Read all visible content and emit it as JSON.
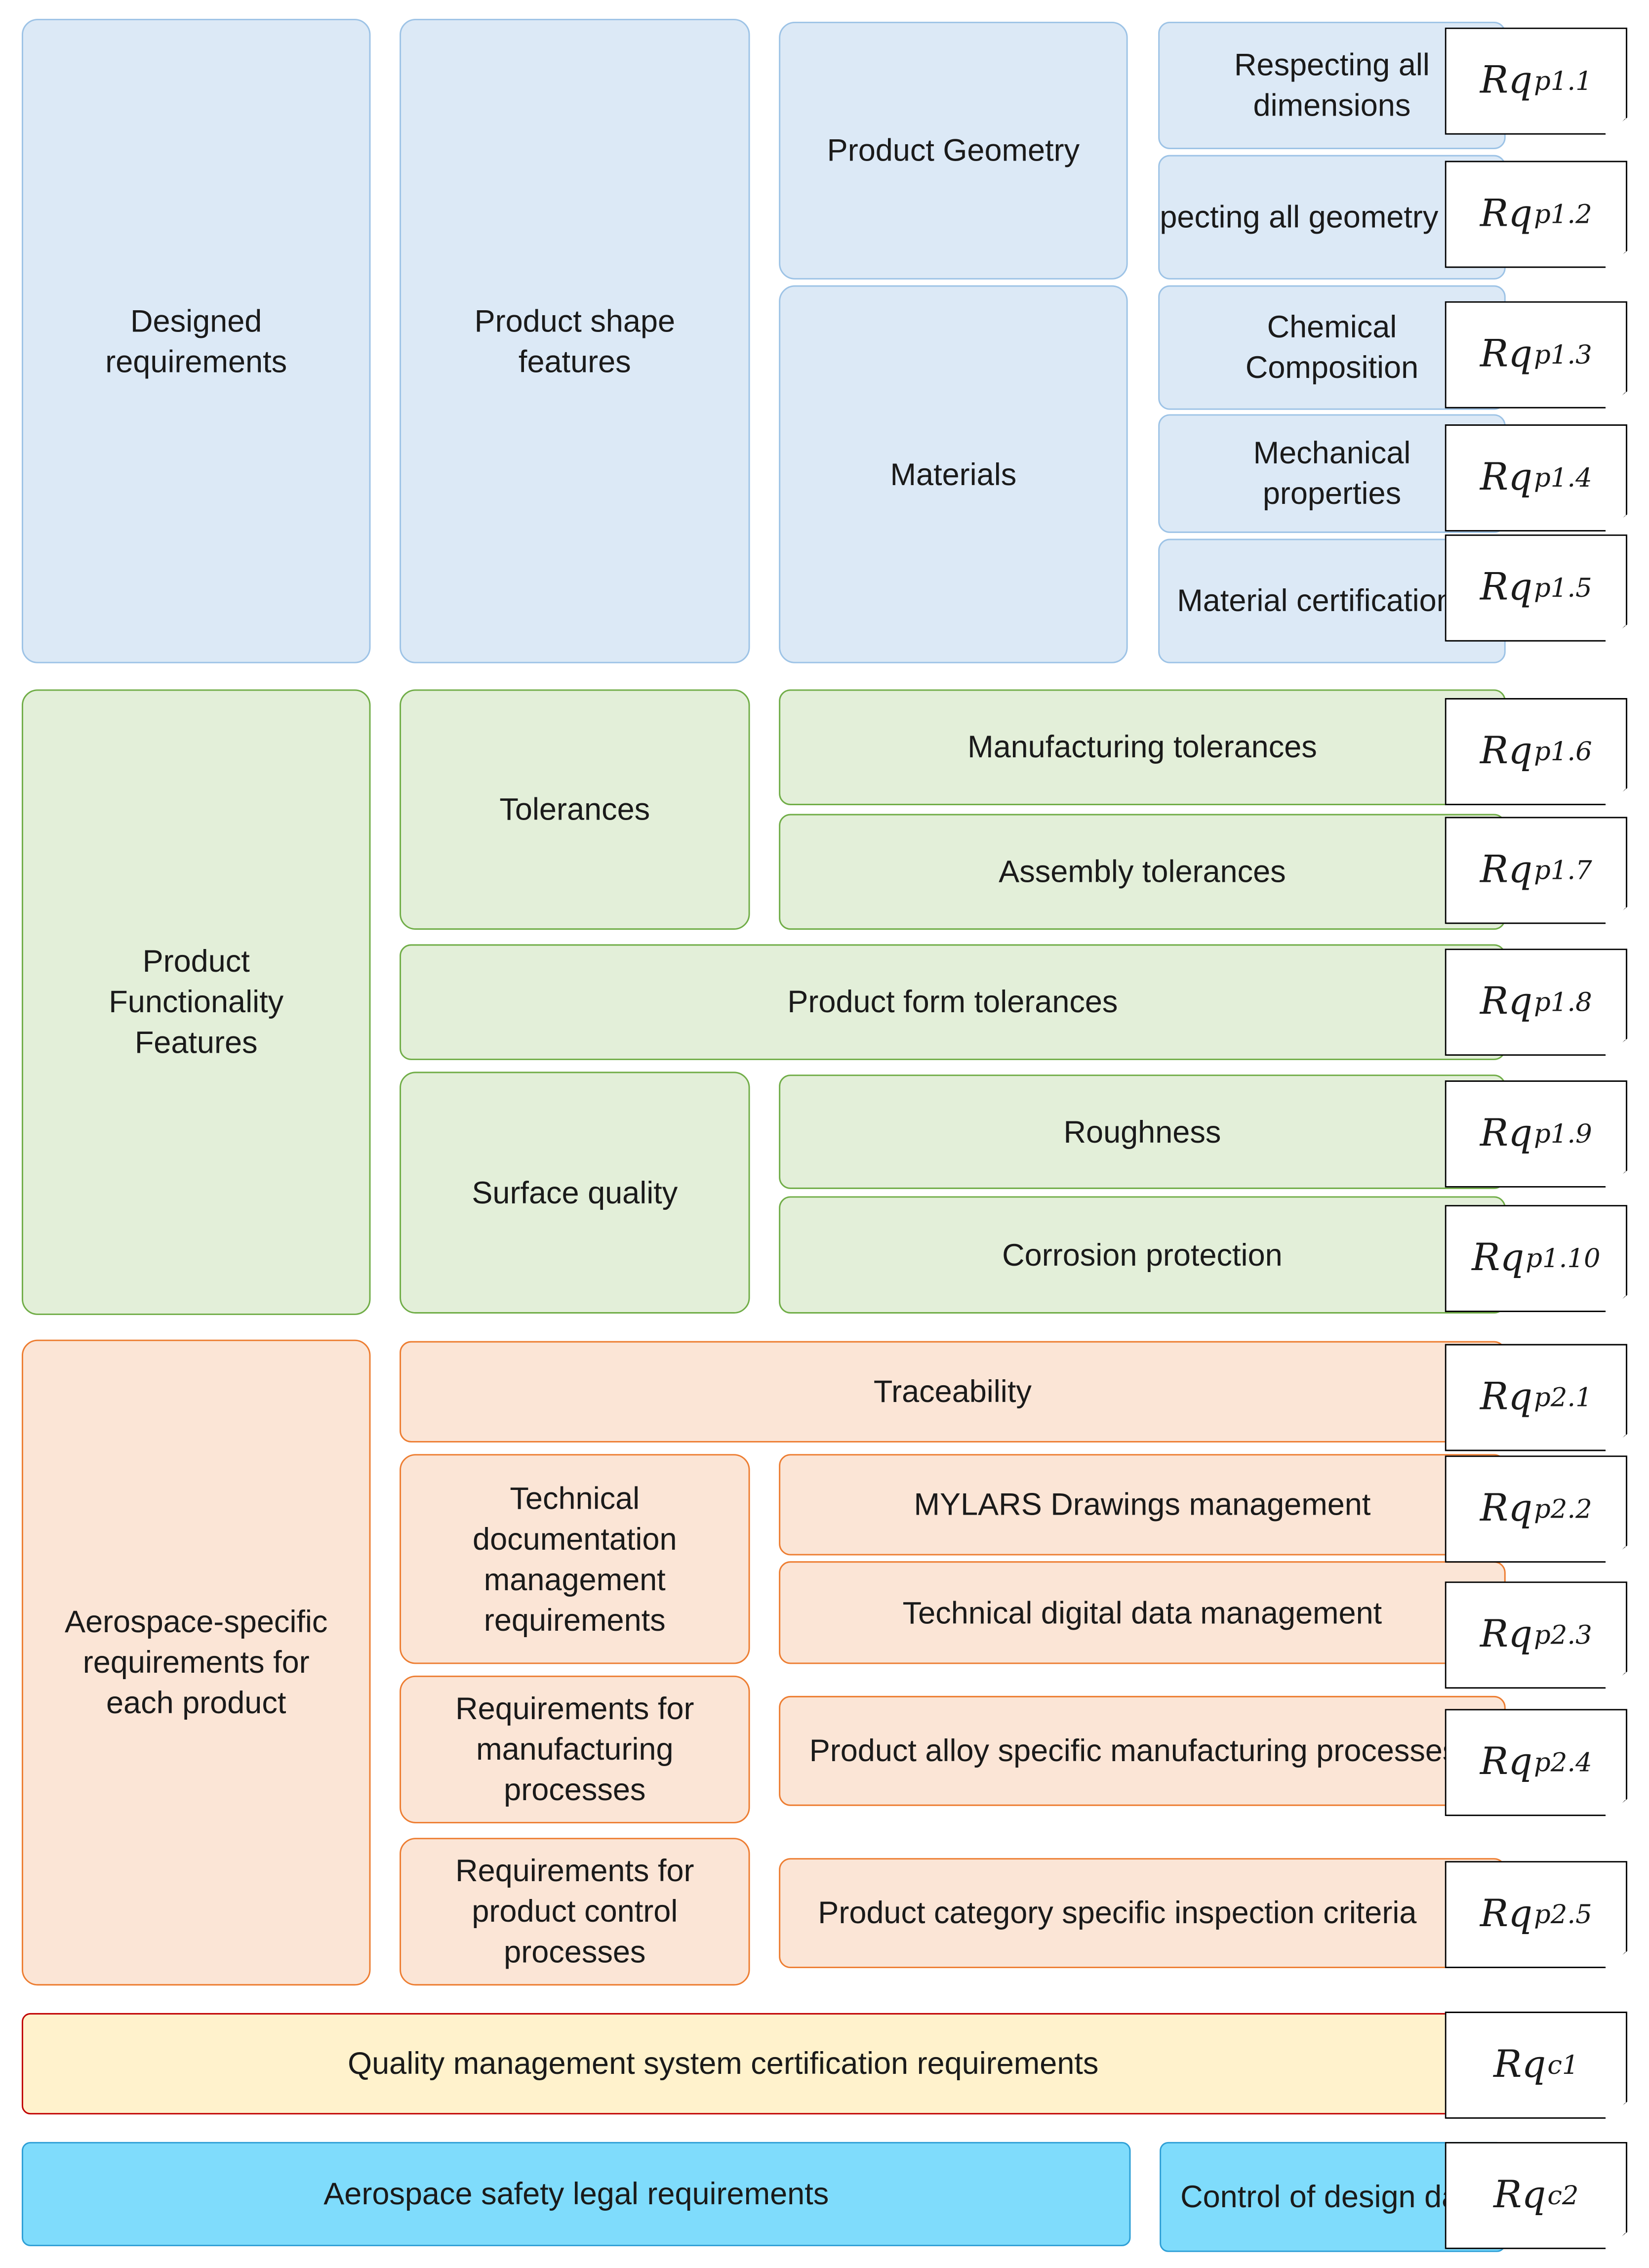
{
  "colors": {
    "blue_fill": "#dce9f6",
    "blue_border": "#9dc3e6",
    "green_fill": "#e3efd9",
    "green_border": "#70ad47",
    "orange_fill": "#fbe5d6",
    "orange_border": "#ed7d31",
    "yellow_fill": "#fff2cc",
    "yellow_border": "#c00000",
    "cyan_fill": "#7fdcfc",
    "cyan_border": "#2e9fd6"
  },
  "group_blue": {
    "category": "Designed\nrequirements",
    "subcategory": "Product shape\nfeatures",
    "geometry": "Product Geometry",
    "materials": "Materials",
    "items": [
      "Respecting all\ndimensions",
      "Respecting all\ngeometry features",
      "Chemical\nComposition",
      "Mechanical\nproperties",
      "Material certification"
    ]
  },
  "group_green": {
    "category": "Product\nFunctionality\nFeatures",
    "tolerances": "Tolerances",
    "manufacturing_tolerances": "Manufacturing tolerances",
    "assembly_tolerances": "Assembly tolerances",
    "form_tolerances": "Product form tolerances",
    "surface_quality": "Surface quality",
    "roughness": "Roughness",
    "corrosion": "Corrosion protection"
  },
  "group_orange": {
    "category": "Aerospace-specific\nrequirements for\neach product",
    "traceability": "Traceability",
    "tech_doc": "Technical\ndocumentation\nmanagement\nrequirements",
    "mylars": "MYLARS Drawings management",
    "digital_data": "Technical digital data management",
    "mfg_processes": "Requirements for\nmanufacturing\nprocesses",
    "alloy_processes": "Product alloy specific manufacturing processes",
    "control_processes": "Requirements for\nproduct control\nprocesses",
    "inspection": "Product category specific inspection criteria"
  },
  "quality_system": "Quality management system certification requirements",
  "safety_legal": "Aerospace safety legal requirements",
  "design_data": "Control of design\ndata",
  "tags": [
    {
      "base": "Rq",
      "sub": "p1.1"
    },
    {
      "base": "Rq",
      "sub": "p1.2"
    },
    {
      "base": "Rq",
      "sub": "p1.3"
    },
    {
      "base": "Rq",
      "sub": "p1.4"
    },
    {
      "base": "Rq",
      "sub": "p1.5"
    },
    {
      "base": "Rq",
      "sub": "p1.6"
    },
    {
      "base": "Rq",
      "sub": "p1.7"
    },
    {
      "base": "Rq",
      "sub": "p1.8"
    },
    {
      "base": "Rq",
      "sub": "p1.9"
    },
    {
      "base": "Rq",
      "sub": "p1.10"
    },
    {
      "base": "Rq",
      "sub": "p2.1"
    },
    {
      "base": "Rq",
      "sub": "p2.2"
    },
    {
      "base": "Rq",
      "sub": "p2.3"
    },
    {
      "base": "Rq",
      "sub": "p2.4"
    },
    {
      "base": "Rq",
      "sub": "p2.5"
    },
    {
      "base": "Rq",
      "sub": "c1"
    },
    {
      "base": "Rq",
      "sub": "c2"
    }
  ]
}
